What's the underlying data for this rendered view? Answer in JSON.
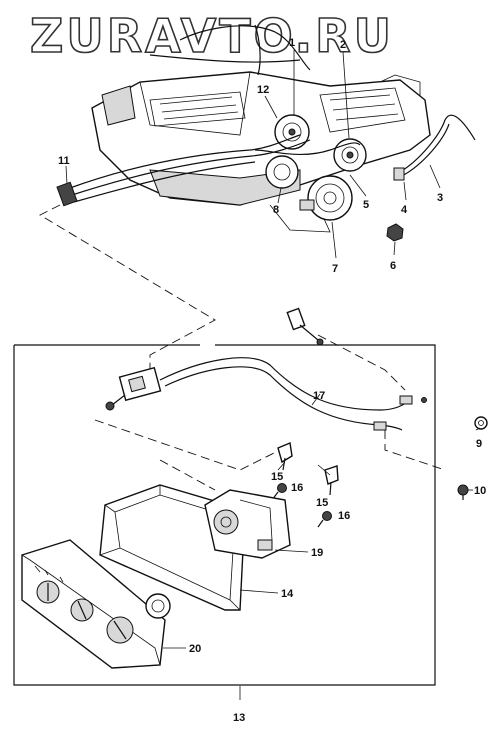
{
  "watermark": "ZURAVTO.RU",
  "callouts": {
    "c1": "1",
    "c2": "2",
    "c3": "3",
    "c4": "4",
    "c5": "5",
    "c6": "6",
    "c7": "7",
    "c8": "8",
    "c9": "9",
    "c10": "10",
    "c11": "11",
    "c12": "12",
    "c13": "13",
    "c14": "14",
    "c15a": "15",
    "c15b": "15",
    "c16a": "16",
    "c16b": "16",
    "c17": "17",
    "c19": "19",
    "c20": "20"
  }
}
